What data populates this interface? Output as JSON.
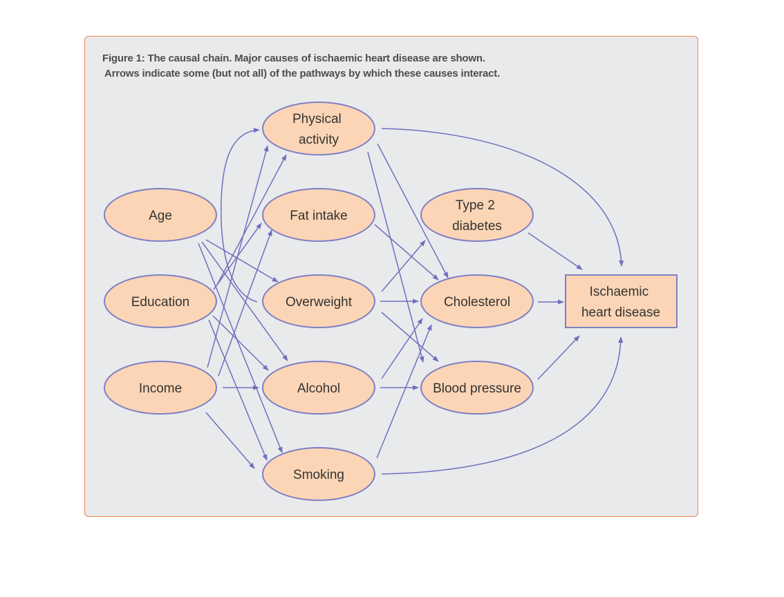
{
  "caption": {
    "line1": "Figure 1: The causal chain. Major causes of ischaemic heart disease are shown.",
    "line2": "Arrows indicate some (but not all) of the pathways by which these causes interact."
  },
  "nodes": {
    "age": [
      "Age"
    ],
    "education": [
      "Education"
    ],
    "income": [
      "Income"
    ],
    "physical_activity": [
      "Physical",
      "activity"
    ],
    "fat_intake": [
      "Fat intake"
    ],
    "overweight": [
      "Overweight"
    ],
    "alcohol": [
      "Alcohol"
    ],
    "smoking": [
      "Smoking"
    ],
    "type2_diabetes": [
      "Type 2",
      "diabetes"
    ],
    "cholesterol": [
      "Cholesterol"
    ],
    "blood_pressure": [
      "Blood pressure"
    ],
    "ihd": [
      "Ischaemic",
      "heart disease"
    ]
  },
  "edges": [
    [
      "age",
      "overweight"
    ],
    [
      "age",
      "alcohol"
    ],
    [
      "age",
      "smoking"
    ],
    [
      "education",
      "physical_activity"
    ],
    [
      "education",
      "fat_intake"
    ],
    [
      "education",
      "alcohol"
    ],
    [
      "education",
      "smoking"
    ],
    [
      "income",
      "physical_activity"
    ],
    [
      "income",
      "fat_intake"
    ],
    [
      "income",
      "alcohol"
    ],
    [
      "income",
      "smoking"
    ],
    [
      "overweight",
      "physical_activity"
    ],
    [
      "physical_activity",
      "cholesterol"
    ],
    [
      "physical_activity",
      "blood_pressure"
    ],
    [
      "physical_activity",
      "ihd"
    ],
    [
      "fat_intake",
      "cholesterol"
    ],
    [
      "overweight",
      "type2_diabetes"
    ],
    [
      "overweight",
      "cholesterol"
    ],
    [
      "overweight",
      "blood_pressure"
    ],
    [
      "alcohol",
      "cholesterol"
    ],
    [
      "alcohol",
      "blood_pressure"
    ],
    [
      "smoking",
      "cholesterol"
    ],
    [
      "smoking",
      "ihd"
    ],
    [
      "type2_diabetes",
      "ihd"
    ],
    [
      "cholesterol",
      "ihd"
    ],
    [
      "blood_pressure",
      "ihd"
    ]
  ],
  "colors": {
    "frame_background": "#e9eaec",
    "frame_border": "#e8874f",
    "node_fill": "#fbd5b5",
    "node_stroke": "#7f7fc4",
    "arrow": "#6f6fbf",
    "caption_text": "#4d4d4d",
    "label_text": "#333333"
  }
}
